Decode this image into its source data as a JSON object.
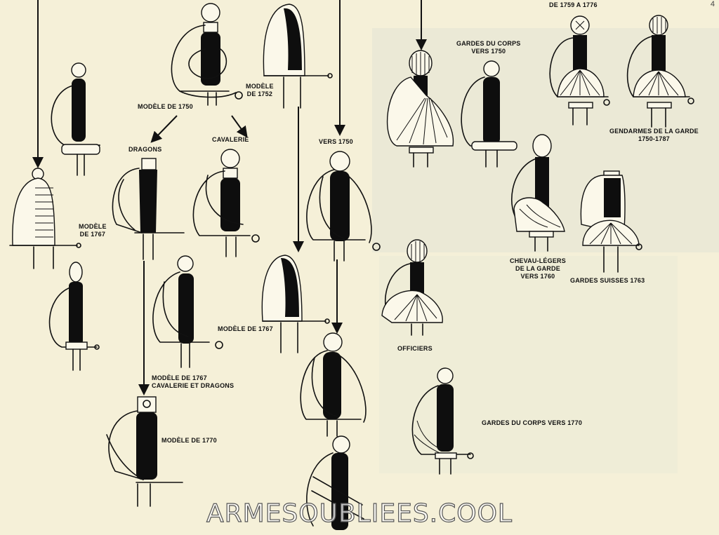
{
  "labels": {
    "modele_1750": "MODÈLE DE 1750",
    "modele_1752": "MODÈLE\nDE 1752",
    "dragons": "DRAGONS",
    "cavalerie": "CAVALERIE",
    "vers_1750": "VERS 1750",
    "gardes_du_corps_1750": "GARDES DU CORPS\nVERS 1750",
    "mousquetaires_top": "DE 1759 A 1776",
    "gendarmes": "GENDARMES DE LA GARDE\n1750-1787",
    "modele_1767_left": "MODÈLE\nDE 1767",
    "chevau_legers": "CHEVAU-LÉGERS\nDE LA GARDE\nVERS 1760",
    "gardes_suisses": "GARDES SUISSES 1763",
    "modele_1767_center": "MODÈLE DE 1767",
    "officiers": "OFFICIERS",
    "modele_1767_cav_drag": "MODÈLE DE 1767\nCAVALERIE ET DRAGONS",
    "modele_1770": "MODÈLE DE 1770",
    "gardes_du_corps_1770": "GARDES DU CORPS VERS 1770"
  },
  "watermark": "ARMESOUBLIEES.COOL",
  "corner_mark": "4"
}
